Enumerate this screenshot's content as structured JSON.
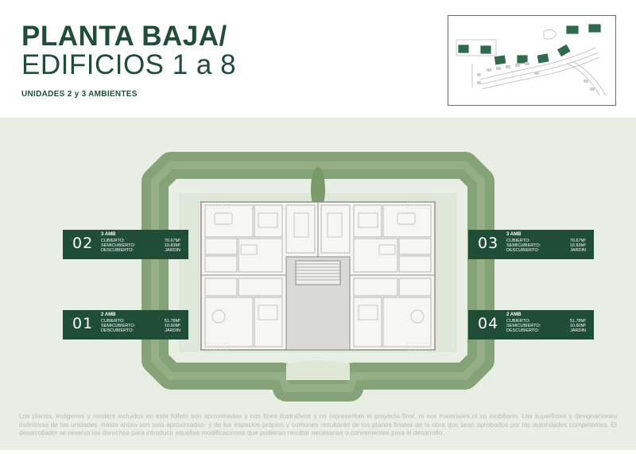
{
  "header": {
    "title_line1": "PLANTA BAJA/",
    "title_line2": "EDIFICIOS 1 a 8",
    "subtitle": "UNIDADES 2 y 3 AMBIENTES"
  },
  "colors": {
    "brand_green": "#1f4d38",
    "background_green": "#e9eee4",
    "tree_green": "#7b9a6a"
  },
  "units": [
    {
      "number": "02",
      "amb": "3  AMB",
      "cubierto_label": "CUBIERTO:",
      "cubierto": "70.67M²",
      "semicubierto_label": "SEMICUBIERTO:",
      "semicubierto": "10.83M²",
      "descubierto_label": "DESCUBIERTO:",
      "descubierto": "JARDIN"
    },
    {
      "number": "01",
      "amb": "2  AMB",
      "cubierto_label": "CUBIERTO:",
      "cubierto": "51.78M²",
      "semicubierto_label": "SEMICUBIERTO:",
      "semicubierto": "10.60M²",
      "descubierto_label": "DESCUBIERTO:",
      "descubierto": "JARDIN"
    },
    {
      "number": "03",
      "amb": "3  AMB",
      "cubierto_label": "CUBIERTO:",
      "cubierto": "70.67M²",
      "semicubierto_label": "SEMICUBIERTO:",
      "semicubierto": "10.83M²",
      "descubierto_label": "DESCUBIERTO:",
      "descubierto": "JARDIN"
    },
    {
      "number": "04",
      "amb": "2  AMB",
      "cubierto_label": "CUBIERTO:",
      "cubierto": "51.78M²",
      "semicubierto_label": "SEMICUBIERTO:",
      "semicubierto": "10.60M²",
      "descubierto_label": "DESCUBIERTO:",
      "descubierto": "JARDIN"
    }
  ],
  "disclaimer": "Los planos, imágenes y renders incluidos en este folleto son aproximadas y con fines ilustrativos y no representan el proyecto final, ni sus materiales ni su mobiliario. Las superficies y designaciones definitivas de las unidades -hasta ahora son solo aproximadas- y de los espacios propios y comunes resultarán de los planos finales de la obra que sean aprobados por las autoridades competentes. El desarrollador se reserva los derechos para introducir aquellas modificaciones que pudieran resultar necesarias o convenientes para el desarrollo."
}
